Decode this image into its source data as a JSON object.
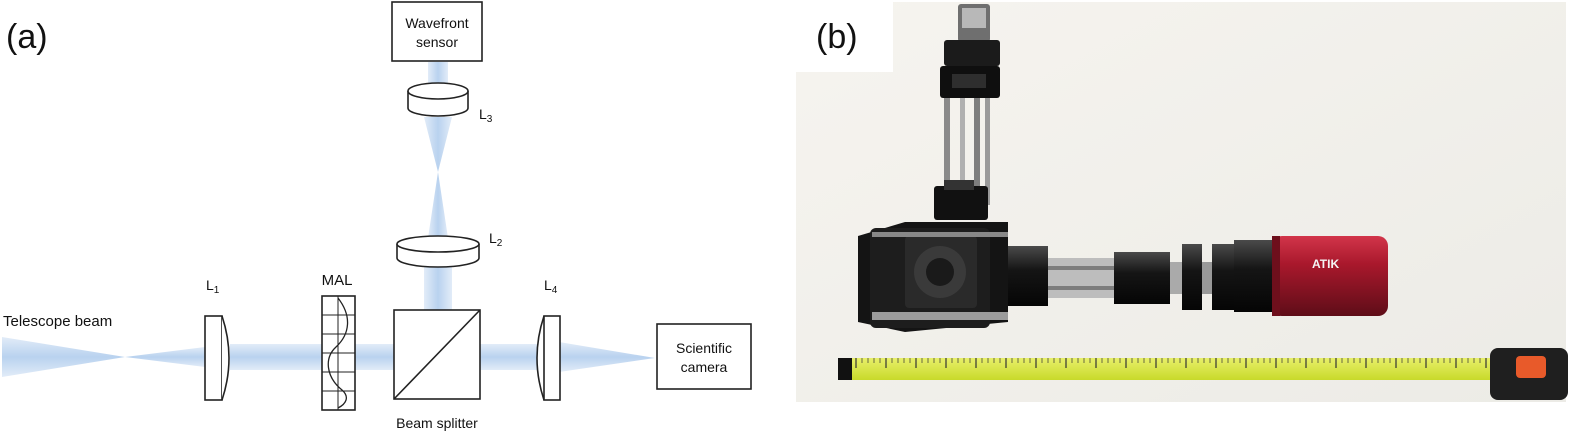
{
  "panel_a": {
    "label": "(a)",
    "labels": {
      "telescope_beam": "Telescope beam",
      "mal": "MAL",
      "beam_splitter": "Beam splitter",
      "wavefront_sensor_line1": "Wavefront",
      "wavefront_sensor_line2": "sensor",
      "scientific_camera_line1": "Scientific",
      "scientific_camera_line2": "camera",
      "lens": "L",
      "l1_sub": "1",
      "l2_sub": "2",
      "l3_sub": "3",
      "l4_sub": "4"
    },
    "colors": {
      "beam": "#c9dcf2",
      "beam_dark": "#a9c7ea",
      "outline": "#222222"
    }
  },
  "panel_b": {
    "label": "(b)",
    "camera_brand": "ATIK",
    "colors": {
      "camera_red": "#a2162a",
      "tape_yellow": "#d9ea3a",
      "background": "#f3f1ec"
    }
  }
}
